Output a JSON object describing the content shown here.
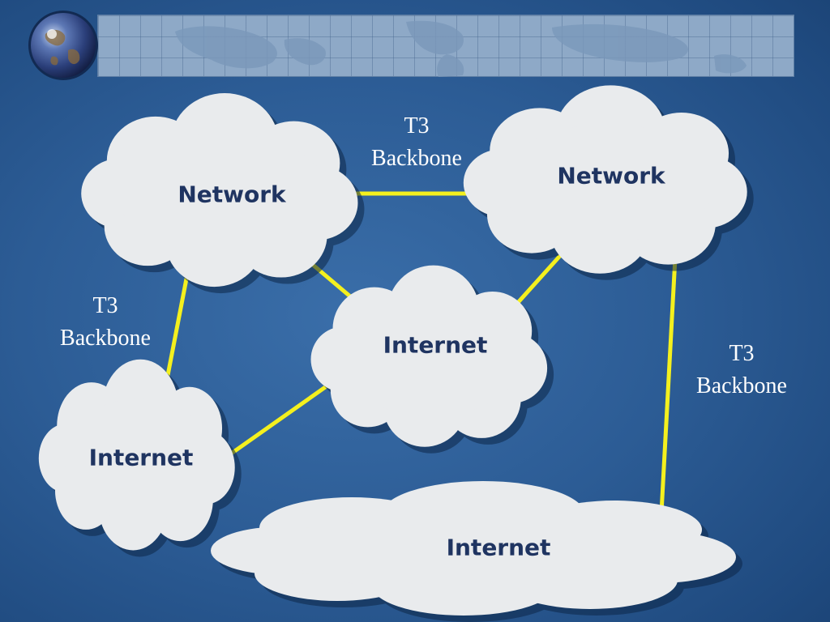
{
  "diagram": {
    "nodes": [
      {
        "id": "network-left",
        "label": "Network"
      },
      {
        "id": "network-right",
        "label": "Network"
      },
      {
        "id": "internet-center",
        "label": "Internet"
      },
      {
        "id": "internet-left",
        "label": "Internet"
      },
      {
        "id": "internet-bottom",
        "label": "Internet"
      }
    ],
    "edges": [
      {
        "from": "network-left",
        "to": "network-right",
        "label_line1": "T3",
        "label_line2": "Backbone"
      },
      {
        "from": "network-left",
        "to": "internet-left",
        "label_line1": "T3",
        "label_line2": "Backbone"
      },
      {
        "from": "network-right",
        "to": "internet-bottom",
        "label_line1": "T3",
        "label_line2": "Backbone"
      },
      {
        "from": "network-left",
        "to": "internet-center"
      },
      {
        "from": "network-right",
        "to": "internet-center"
      },
      {
        "from": "internet-center",
        "to": "internet-left"
      }
    ]
  },
  "colors": {
    "link": "#f4f01e",
    "cloud_fill": "#e9ebed",
    "cloud_shadow": "#0d2748",
    "node_text": "#1f3461",
    "edge_text": "#ffffff"
  }
}
